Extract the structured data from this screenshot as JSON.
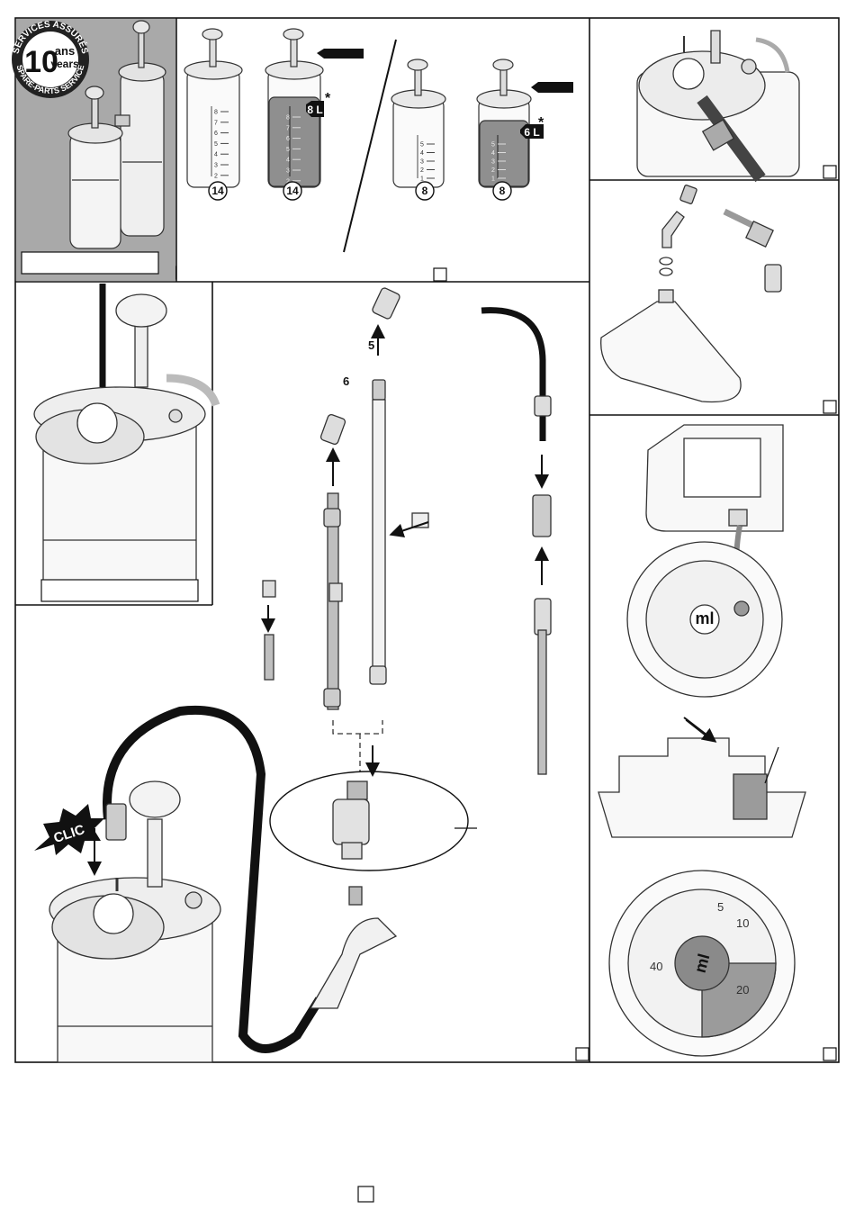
{
  "figure": {
    "warranty_stamp": {
      "top_arc": "SERVICES ASSURÉS",
      "number": "10",
      "unit_fr": "ans",
      "unit_en": "years",
      "bottom_arc": "SPARE-PARTS SERVICE"
    },
    "capacity_panel": {
      "model_a": "14",
      "model_b": "8",
      "fill_a": "8 L",
      "fill_b": "6 L",
      "asterisk": "*",
      "scale_a": [
        "8",
        "7",
        "6",
        "5",
        "4",
        "3",
        "2"
      ],
      "scale_b": [
        "5",
        "4",
        "3",
        "2",
        "1"
      ]
    },
    "assembly_steps": {
      "step5": "5",
      "step6": "6"
    },
    "clic_label": "CLIC",
    "dosing_cap": {
      "unit": "ml",
      "marks": [
        "5",
        "10",
        "20",
        "40"
      ]
    }
  }
}
